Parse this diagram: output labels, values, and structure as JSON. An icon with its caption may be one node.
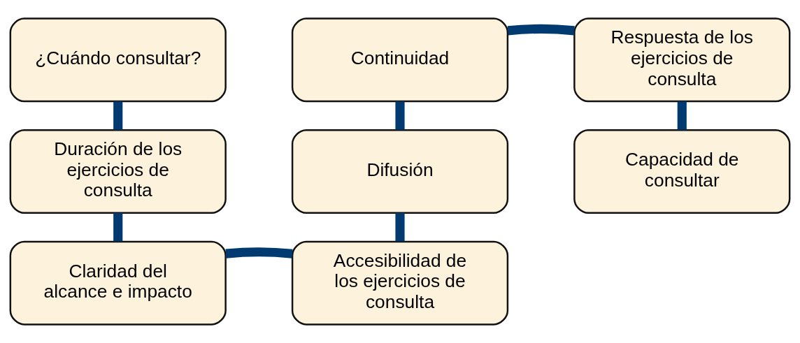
{
  "diagram": {
    "nodes": [
      {
        "text": [
          "¿Cuándo consultar?"
        ]
      },
      {
        "text": [
          "Duración de los ejercicios de consulta"
        ]
      },
      {
        "text": [
          "Claridad del alcance e impacto"
        ]
      },
      {
        "text": [
          "Continuidad"
        ]
      },
      {
        "text": [
          "Difusión"
        ]
      },
      {
        "text": [
          "Accesibilidad de los ejercicios de consulta"
        ]
      },
      {
        "text": [
          "Respuesta de los ejercicios de consulta"
        ]
      },
      {
        "text": [
          "Capacidad de consultar"
        ]
      }
    ],
    "edges": [
      {
        "from": 0,
        "to": 1,
        "arrow": "none"
      },
      {
        "from": 1,
        "to": 2,
        "arrow": "none"
      },
      {
        "from": 2,
        "to": 5,
        "arrow": "none"
      },
      {
        "from": 5,
        "to": 4,
        "arrow": "none"
      },
      {
        "from": 4,
        "to": 3,
        "arrow": "none"
      },
      {
        "from": 3,
        "to": 6,
        "arrow": "none"
      },
      {
        "from": 6,
        "to": 7,
        "arrow": "none"
      }
    ]
  }
}
